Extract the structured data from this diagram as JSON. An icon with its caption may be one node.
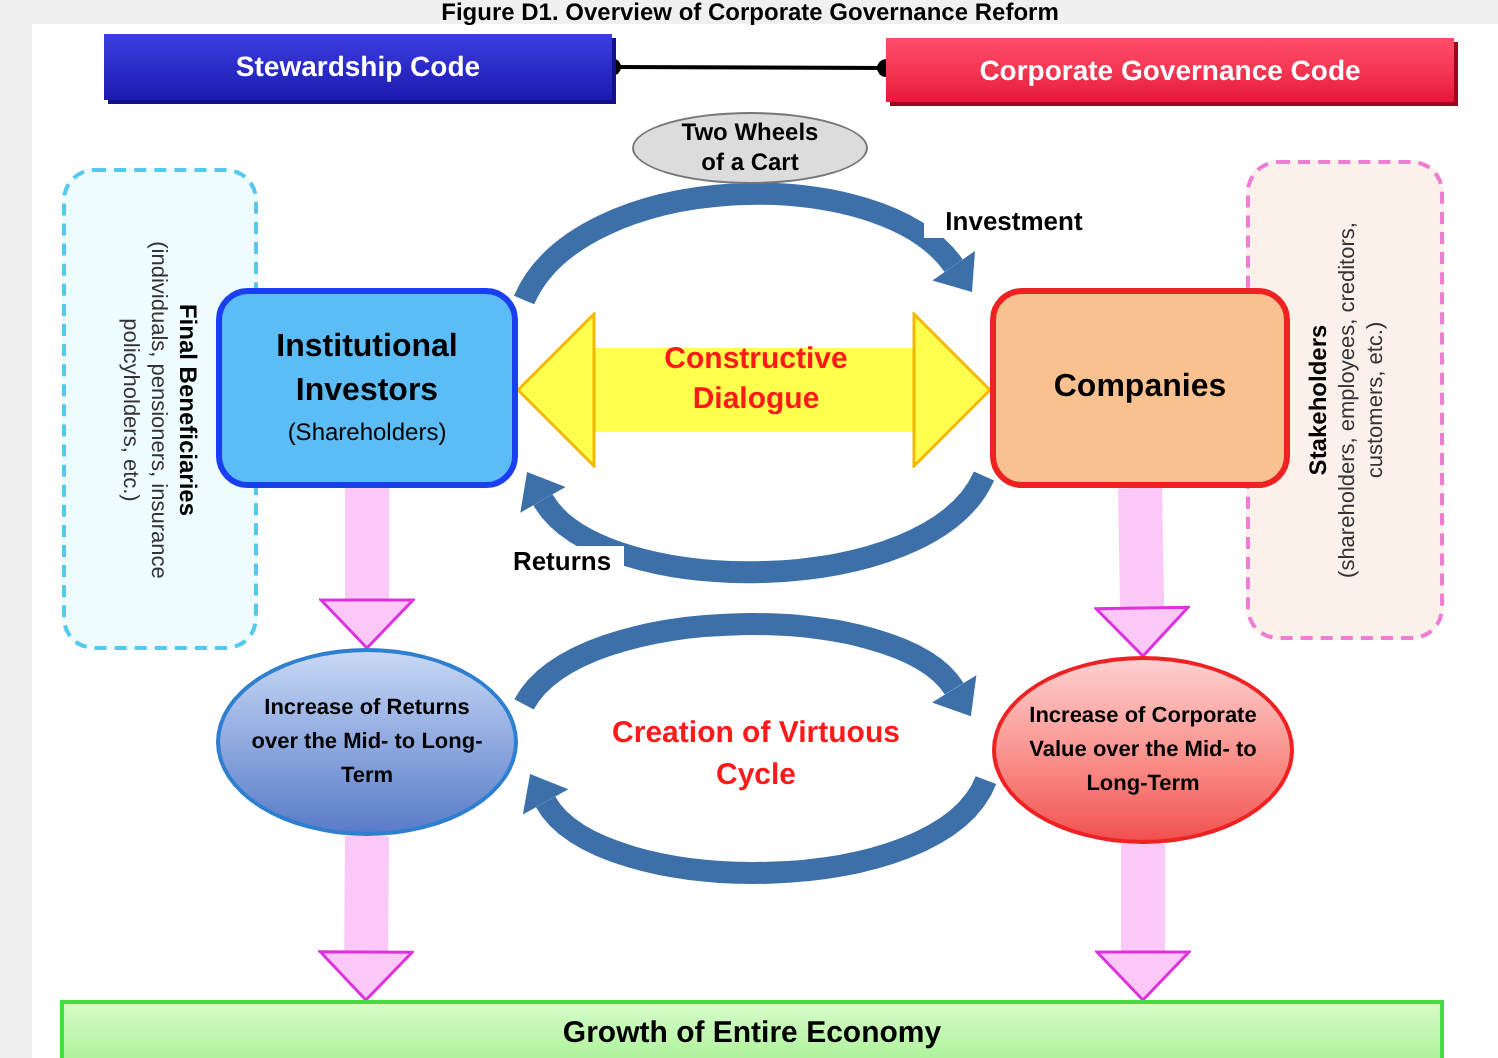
{
  "diagram": {
    "title": "Figure D1. Overview of Corporate Governance Reform",
    "nodes": [
      {
        "text": [
          "Stewardship Code"
        ]
      },
      {
        "text": [
          "Corporate Governance Code"
        ]
      },
      {
        "text": [
          "Two Wheels of a Cart"
        ]
      },
      {
        "text": [
          "Final Beneficiaries",
          "(individuals, pensioners, insurance policyholders, etc.)"
        ]
      },
      {
        "text": [
          "Institutional Investors",
          "(Shareholders)"
        ]
      },
      {
        "text": [
          "Companies"
        ]
      },
      {
        "text": [
          "Stakeholders",
          "(shareholders, employees, creditors, customers, etc.)"
        ]
      },
      {
        "text": [
          "Increase of Returns over the Mid- to Long-Term"
        ]
      },
      {
        "text": [
          "Increase of Corporate Value over the Mid- to Long-Term"
        ]
      },
      {
        "text": [
          "Growth of Entire Economy"
        ]
      }
    ],
    "edges": [
      {
        "from": 0,
        "to": 1,
        "arrow": "other",
        "color": "#000000"
      },
      {
        "from": 4,
        "to": 5,
        "arrow": "both",
        "label": "Constructive Dialogue",
        "style": "thick",
        "color": "#ffff4d"
      },
      {
        "from": 4,
        "to": 5,
        "arrow": "to",
        "label": "Investment",
        "color": "#3d6fa8"
      },
      {
        "from": 5,
        "to": 4,
        "arrow": "to",
        "label": "Returns",
        "color": "#3d6fa8"
      },
      {
        "from": 7,
        "to": 8,
        "arrow": "to",
        "color": "#3d6fa8"
      },
      {
        "from": 8,
        "to": 7,
        "arrow": "to",
        "color": "#3d6fa8"
      },
      {
        "from": 4,
        "to": 7,
        "arrow": "to",
        "style": "thick",
        "color": "#fcc8f8"
      },
      {
        "from": 5,
        "to": 8,
        "arrow": "to",
        "style": "thick",
        "color": "#fcc8f8"
      },
      {
        "from": 7,
        "to": 9,
        "arrow": "to",
        "style": "thick",
        "color": "#fcc8f8"
      },
      {
        "from": 8,
        "to": 9,
        "arrow": "to",
        "style": "thick",
        "color": "#fcc8f8"
      }
    ],
    "labels": [
      "Creation of Virtuous Cycle"
    ]
  }
}
